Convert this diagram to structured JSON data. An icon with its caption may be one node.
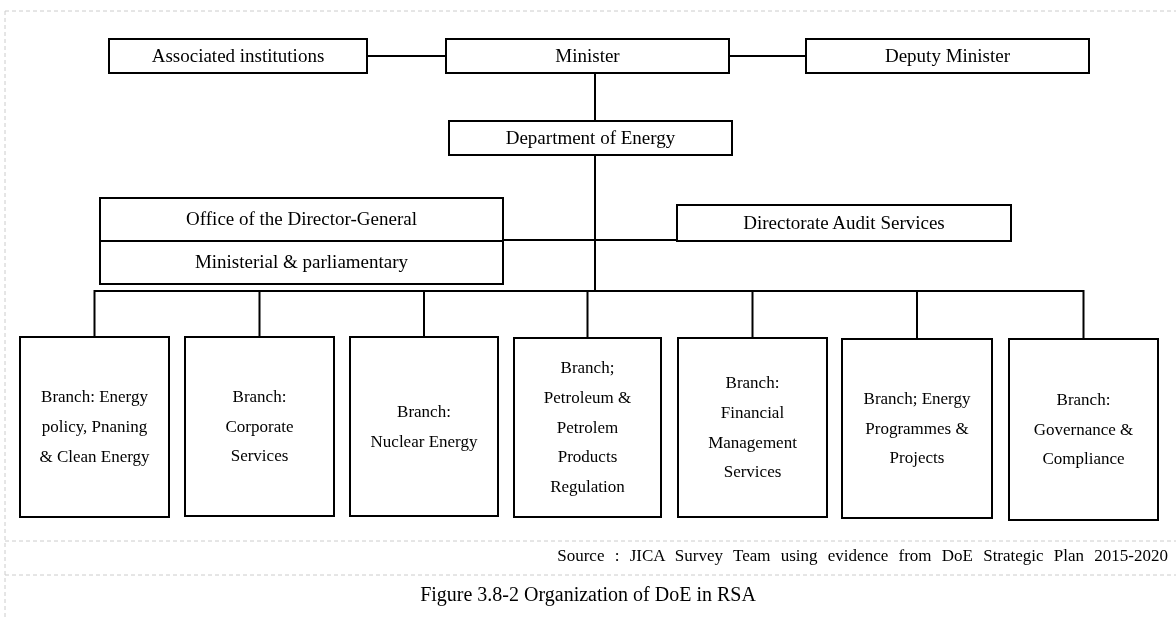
{
  "diagram": {
    "caption": "Figure 3.8-2 Organization of DoE in RSA",
    "nodes": [
      {
        "text": [
          "Associated institutions"
        ]
      },
      {
        "text": [
          "Minister"
        ]
      },
      {
        "text": [
          "Deputy Minister"
        ]
      },
      {
        "text": [
          "Department of Energy"
        ]
      },
      {
        "text": [
          "Office of the Director-General"
        ]
      },
      {
        "text": [
          "Ministerial & parliamentary"
        ]
      },
      {
        "text": [
          "Directorate Audit Services"
        ]
      },
      {
        "text": [
          "Branch: Energy policy, Pnaning & Clean Energy"
        ]
      },
      {
        "text": [
          "Branch: Corporate Services"
        ]
      },
      {
        "text": [
          "Branch: Nuclear Energy"
        ]
      },
      {
        "text": [
          "Branch; Petroleum & Petrolem Products Regulation"
        ]
      },
      {
        "text": [
          "Branch: Financial Management Services"
        ]
      },
      {
        "text": [
          "Branch; Energy Programmes & Projects"
        ]
      },
      {
        "text": [
          "Branch: Governance & Compliance"
        ]
      }
    ],
    "edges": [
      {
        "from": 1,
        "to": 0,
        "arrow": "none"
      },
      {
        "from": 1,
        "to": 2,
        "arrow": "none"
      },
      {
        "from": 1,
        "to": 3,
        "arrow": "none"
      },
      {
        "from": 3,
        "to": 4,
        "arrow": "none"
      },
      {
        "from": 3,
        "to": 6,
        "arrow": "none"
      },
      {
        "from": 3,
        "to": 7,
        "arrow": "none"
      },
      {
        "from": 3,
        "to": 8,
        "arrow": "none"
      },
      {
        "from": 3,
        "to": 9,
        "arrow": "none"
      },
      {
        "from": 3,
        "to": 10,
        "arrow": "none"
      },
      {
        "from": 3,
        "to": 11,
        "arrow": "none"
      },
      {
        "from": 3,
        "to": 12,
        "arrow": "none"
      },
      {
        "from": 3,
        "to": 13,
        "arrow": "none"
      }
    ],
    "labels": [
      "Source : JICA Survey Team using evidence from DoE Strategic Plan 2015-2020"
    ]
  }
}
